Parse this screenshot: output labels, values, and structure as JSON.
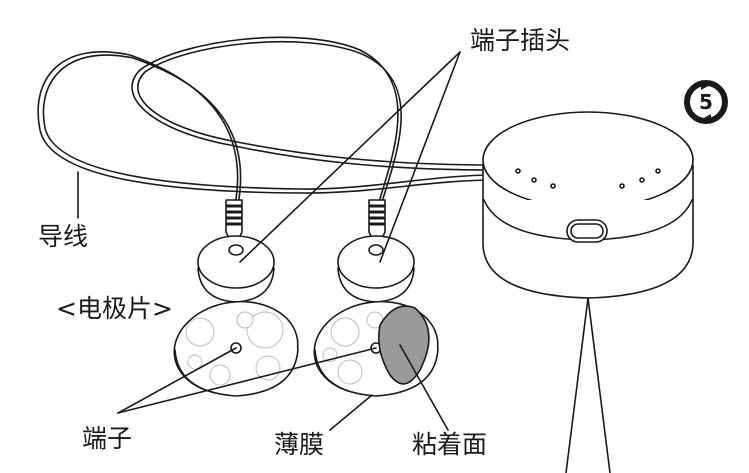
{
  "labels": {
    "terminal_plug": "端子插头",
    "lead_wire": "导线",
    "electrode_pad": "<电极片>",
    "terminal": "端子",
    "film": "薄膜",
    "adhesive_surface": "粘着面"
  },
  "badge": {
    "number": "5",
    "icon": "environment-protection-period-icon"
  },
  "colors": {
    "line": "#1a1a1a",
    "adhesive": "#9a9a9a",
    "background": "#ffffff"
  }
}
